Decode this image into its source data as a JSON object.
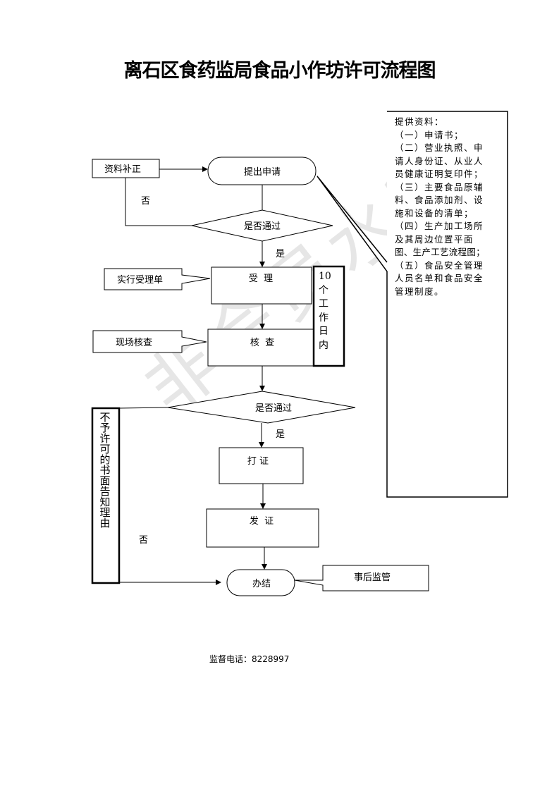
{
  "title": "离石区食药监局食品小作坊许可流程图",
  "watermark": "非会员水印",
  "nodes": {
    "supplement": "资料补正",
    "apply": "提出申请",
    "decision1": "是否通过",
    "accept": "受  理",
    "accept_note": "实行受理单",
    "inspect": "核  查",
    "inspect_note": "现场核查",
    "days": [
      "10",
      "个",
      "工",
      "作",
      "日",
      "内"
    ],
    "decision2": "是否通过",
    "print": "打 证",
    "issue": "发  证",
    "finish": "办结",
    "supervise": "事后监管",
    "reject": [
      "不",
      "予",
      "许",
      "可",
      "的",
      "书",
      "面",
      "告",
      "知",
      "理",
      "由"
    ]
  },
  "labels": {
    "no1": "否",
    "yes1": "是",
    "yes2": "是",
    "no2": "否"
  },
  "materials": [
    "提供资料：",
    " （一）申请书；",
    " （二）营业执照、申",
    "请人身份证、从业人",
    "员健康证明复印件；",
    " （三）主要食品原辅",
    "料、食品添加剂、设",
    "施和设备的清单；",
    " （四）生产加工场所",
    "及其周边位置平面",
    "图、生产工艺流程图；",
    " （五）食品安全管理",
    "人员名单和食品安全",
    "管理制度。"
  ],
  "footer": "监督电话：8228997"
}
